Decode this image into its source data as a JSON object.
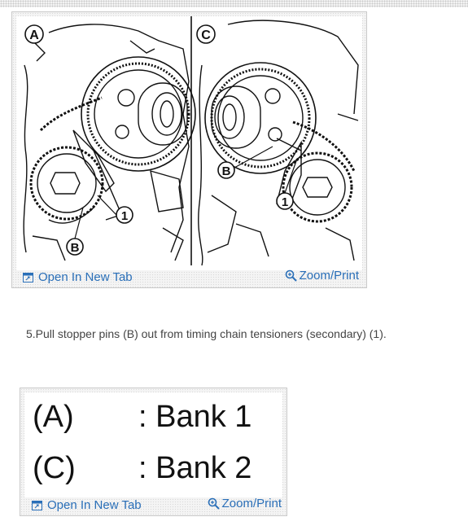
{
  "figure": {
    "panel_a_label": "A",
    "panel_c_label": "C",
    "callout_b": "B",
    "callout_1": "1",
    "open_label": "Open In New Tab",
    "zoom_label": "Zoom/Print"
  },
  "step_text": "5.Pull stopper pins (B) out from timing chain tensioners (secondary) (1).",
  "legend": {
    "rows": [
      {
        "key": "(A)",
        "value": ": Bank 1"
      },
      {
        "key": "(C)",
        "value": ": Bank 2"
      }
    ],
    "open_label": "Open In New Tab",
    "zoom_label": "Zoom/Print"
  },
  "colors": {
    "link": "#2a6fb8",
    "border": "#c9c9c9"
  },
  "icons": [
    "open-new-tab-icon",
    "zoom-magnifier-icon"
  ]
}
